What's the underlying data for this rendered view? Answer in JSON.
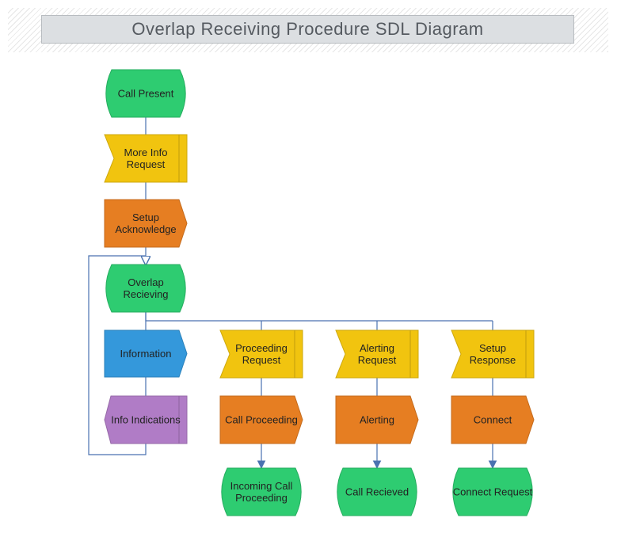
{
  "title": "Overlap Receiving Procedure SDL Diagram",
  "nodes": {
    "call_present": [
      "Call Present"
    ],
    "more_info_request": [
      "More Info",
      "Request"
    ],
    "setup_acknowledge": [
      "Setup",
      "Acknowledge"
    ],
    "overlap_recieving": [
      "Overlap",
      "Recieving"
    ],
    "information": [
      "Information"
    ],
    "info_indications": [
      "Info Indications"
    ],
    "proceeding_request": [
      "Proceeding",
      "Request"
    ],
    "call_proceeding": [
      "Call Proceeding"
    ],
    "incoming_call_proceeding": [
      "Incoming Call",
      "Proceeding"
    ],
    "alerting_request": [
      "Alerting",
      "Request"
    ],
    "alerting": [
      "Alerting"
    ],
    "call_recieved": [
      "Call Recieved"
    ],
    "setup_response": [
      "Setup",
      "Response"
    ],
    "connect": [
      "Connect"
    ],
    "connect_request": [
      "Connect Request"
    ]
  },
  "colors": {
    "state": "#2ecc71",
    "input": "#f1c40f",
    "output": "#e67e22",
    "information": "#3498db",
    "indication": "#b07cc6",
    "connector": "#4a72b0"
  }
}
